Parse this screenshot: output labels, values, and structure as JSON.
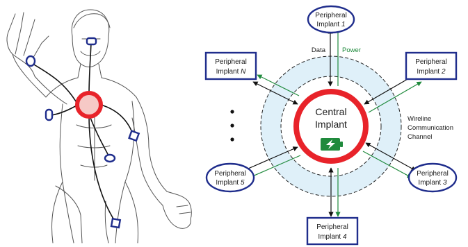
{
  "figure": {
    "central": {
      "line1": "Central",
      "line2": "Implant",
      "battery_icon": "battery-charging-icon"
    },
    "labels": {
      "data": "Data",
      "power": "Power",
      "channel_line1": "Wireline",
      "channel_line2": "Communication",
      "channel_line3": "Channel"
    },
    "peripherals": [
      {
        "id": "1",
        "line1": "Peripheral",
        "prefix": "Implant ",
        "num": "1",
        "shape": "ellipse"
      },
      {
        "id": "2",
        "line1": "Peripheral",
        "prefix": "Implant ",
        "num": "2",
        "shape": "box"
      },
      {
        "id": "3",
        "line1": "Peripheral",
        "prefix": "Implant ",
        "num": "3",
        "shape": "ellipse"
      },
      {
        "id": "4",
        "line1": "Peripheral",
        "prefix": "Implant ",
        "num": "4",
        "shape": "box"
      },
      {
        "id": "5",
        "line1": "Peripheral",
        "prefix": "Implant ",
        "num": "5",
        "shape": "ellipse"
      },
      {
        "id": "N",
        "line1": "Peripheral",
        "prefix": "Implant ",
        "num": "N",
        "shape": "box"
      }
    ],
    "colors": {
      "central_ring": "#e8232a",
      "central_fill": "#ffffff",
      "body_hub_fill": "#f6c9c6",
      "implant_blue": "#1f2d8c",
      "data_arrow": "#111111",
      "power_arrow": "#1f8a3c",
      "channel_band": "#dff0f9",
      "battery": "#1f8a3c"
    }
  }
}
